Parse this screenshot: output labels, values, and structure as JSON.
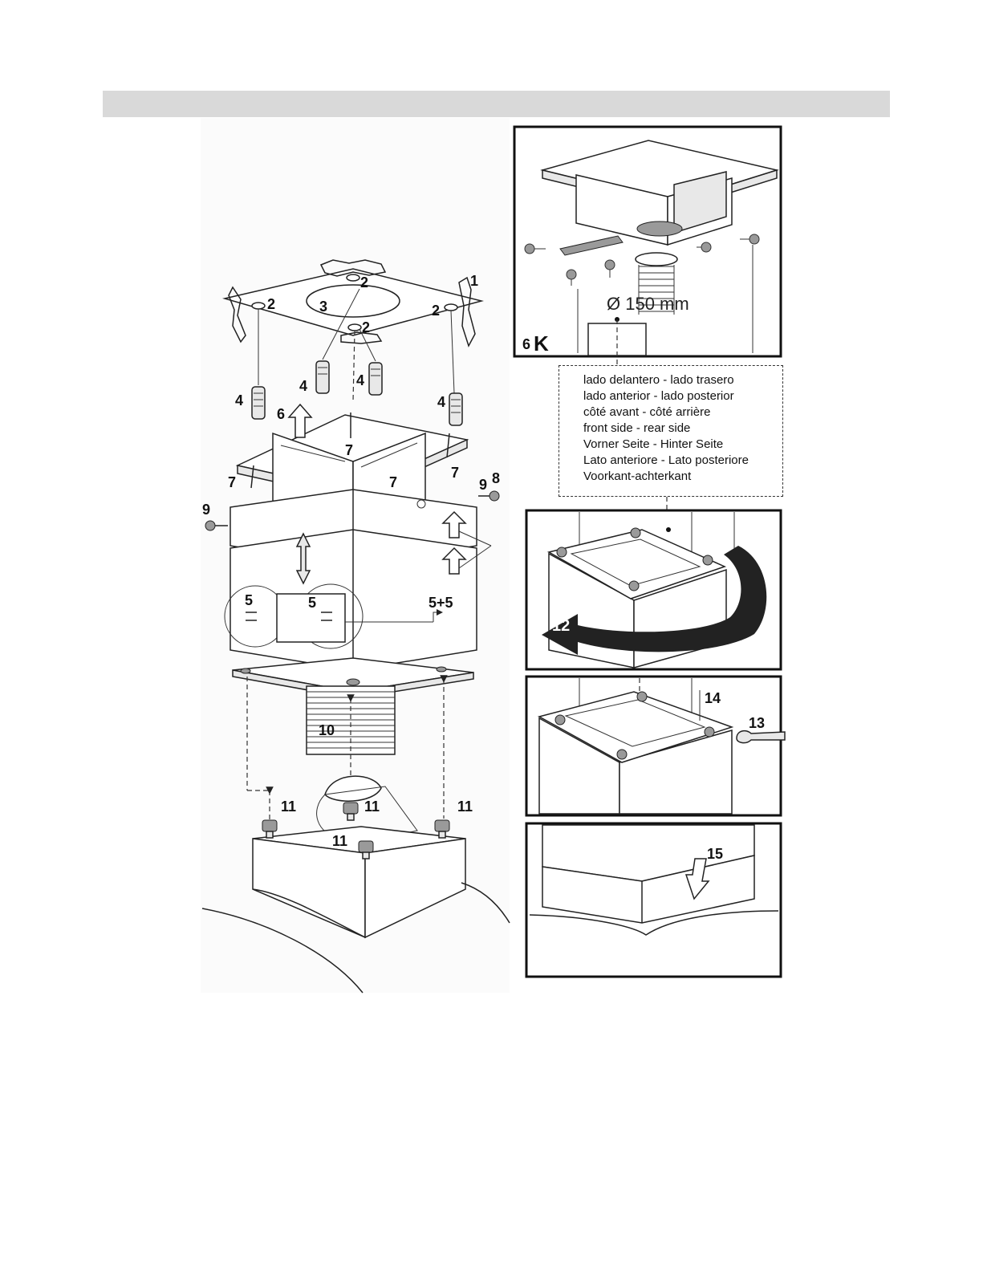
{
  "labels": {
    "l1": "1",
    "l2": "2",
    "l3": "3",
    "l4": "4",
    "l5": "5",
    "l5plus5": "5+5",
    "l6": "6",
    "l7": "7",
    "l8": "8",
    "l9": "9",
    "l10": "10",
    "l11": "11",
    "l12": "12",
    "l13": "13",
    "l14": "14",
    "l15": "15"
  },
  "panel_k": {
    "tag": "6",
    "letter": "K",
    "diameter": "Ø 150 mm"
  },
  "sides_note": [
    "lado delantero - lado trasero",
    "lado anterior - lado posterior",
    "côté avant - côté arrière",
    "front side - rear side",
    "Vorner Seite - Hinter Seite",
    "Lato anteriore - Lato posteriore",
    "Voorkant-achterkant"
  ]
}
